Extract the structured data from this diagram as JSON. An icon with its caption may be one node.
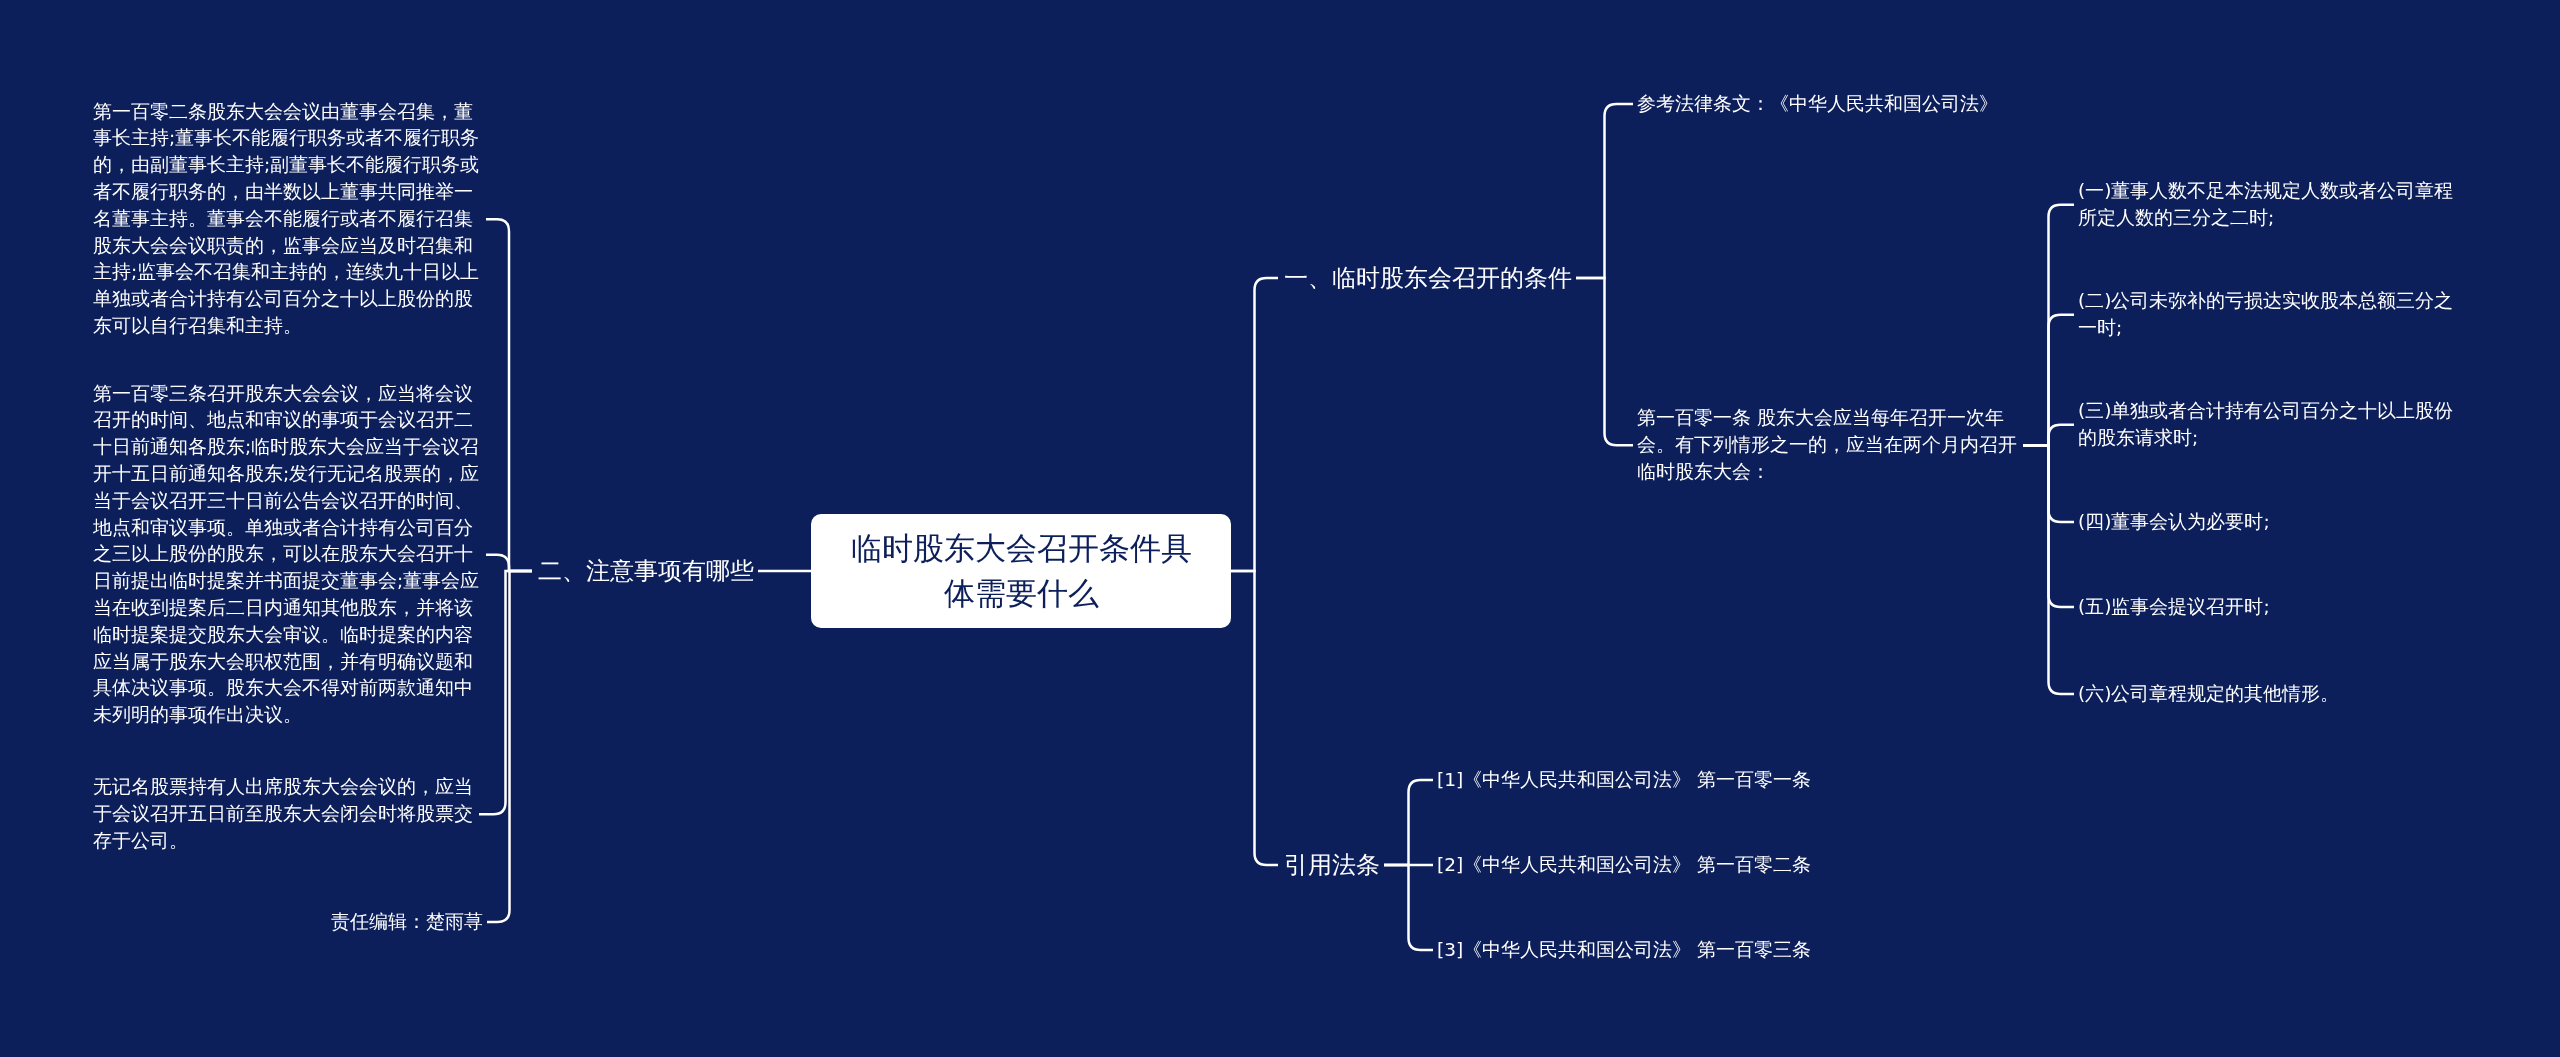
{
  "diagram": {
    "nodes": [
      {
        "text": [
          "临时股东大会召开条件具体需要什么"
        ]
      },
      {
        "text": [
          "一、临时股东会召开的条件"
        ]
      },
      {
        "text": [
          "参考法律条文：《中华人民共和国公司法》"
        ]
      },
      {
        "text": [
          "第一百零一条 股东大会应当每年召开一次年会。有下列情形之一的，应当在两个月内召开临时股东大会："
        ]
      },
      {
        "text": [
          "(一)董事人数不足本法规定人数或者公司章程所定人数的三分之二时;"
        ]
      },
      {
        "text": [
          "(二)公司未弥补的亏损达实收股本总额三分之一时;"
        ]
      },
      {
        "text": [
          "(三)单独或者合计持有公司百分之十以上股份的股东请求时;"
        ]
      },
      {
        "text": [
          "(四)董事会认为必要时;"
        ]
      },
      {
        "text": [
          "(五)监事会提议召开时;"
        ]
      },
      {
        "text": [
          "(六)公司章程规定的其他情形。"
        ]
      },
      {
        "text": [
          "引用法条"
        ]
      },
      {
        "text": [
          "[1]《中华人民共和国公司法》 第一百零一条"
        ]
      },
      {
        "text": [
          "[2]《中华人民共和国公司法》 第一百零二条"
        ]
      },
      {
        "text": [
          "[3]《中华人民共和国公司法》 第一百零三条"
        ]
      },
      {
        "text": [
          "二、注意事项有哪些"
        ]
      },
      {
        "text": [
          "第一百零二条股东大会会议由董事会召集，董事长主持;董事长不能履行职务或者不履行职务的，由副董事长主持;副董事长不能履行职务或者不履行职务的，由半数以上董事共同推举一名董事主持。董事会不能履行或者不履行召集股东大会会议职责的，监事会应当及时召集和主持;监事会不召集和主持的，连续九十日以上单独或者合计持有公司百分之十以上股份的股东可以自行召集和主持。"
        ]
      },
      {
        "text": [
          "第一百零三条召开股东大会会议，应当将会议召开的时间、地点和审议的事项于会议召开二十日前通知各股东;临时股东大会应当于会议召开十五日前通知各股东;发行无记名股票的，应当于会议召开三十日前公告会议召开的时间、地点和审议事项。单独或者合计持有公司百分之三以上股份的股东，可以在股东大会召开十日前提出临时提案并书面提交董事会;董事会应当在收到提案后二日内通知其他股东，并将该临时提案提交股东大会审议。临时提案的内容应当属于股东大会职权范围，并有明确议题和具体决议事项。股东大会不得对前两款通知中未列明的事项作出决议。"
        ]
      },
      {
        "text": [
          "无记名股票持有人出席股东大会会议的，应当于会议召开五日前至股东大会闭会时将股票交存于公司。"
        ]
      },
      {
        "text": [
          "责任编辑：楚雨荨"
        ]
      }
    ],
    "edges": [
      {
        "from": 0,
        "to": 1,
        "arrow": "none"
      },
      {
        "from": 0,
        "to": 10,
        "arrow": "none"
      },
      {
        "from": 0,
        "to": 14,
        "arrow": "none"
      },
      {
        "from": 1,
        "to": 2,
        "arrow": "none"
      },
      {
        "from": 1,
        "to": 3,
        "arrow": "none"
      },
      {
        "from": 3,
        "to": 4,
        "arrow": "none"
      },
      {
        "from": 3,
        "to": 5,
        "arrow": "none"
      },
      {
        "from": 3,
        "to": 6,
        "arrow": "none"
      },
      {
        "from": 3,
        "to": 7,
        "arrow": "none"
      },
      {
        "from": 3,
        "to": 8,
        "arrow": "none"
      },
      {
        "from": 3,
        "to": 9,
        "arrow": "none"
      },
      {
        "from": 10,
        "to": 11,
        "arrow": "none"
      },
      {
        "from": 10,
        "to": 12,
        "arrow": "none"
      },
      {
        "from": 10,
        "to": 13,
        "arrow": "none"
      },
      {
        "from": 14,
        "to": 15,
        "arrow": "none"
      },
      {
        "from": 14,
        "to": 16,
        "arrow": "none"
      },
      {
        "from": 14,
        "to": 17,
        "arrow": "none"
      },
      {
        "from": 14,
        "to": 18,
        "arrow": "none"
      }
    ]
  }
}
